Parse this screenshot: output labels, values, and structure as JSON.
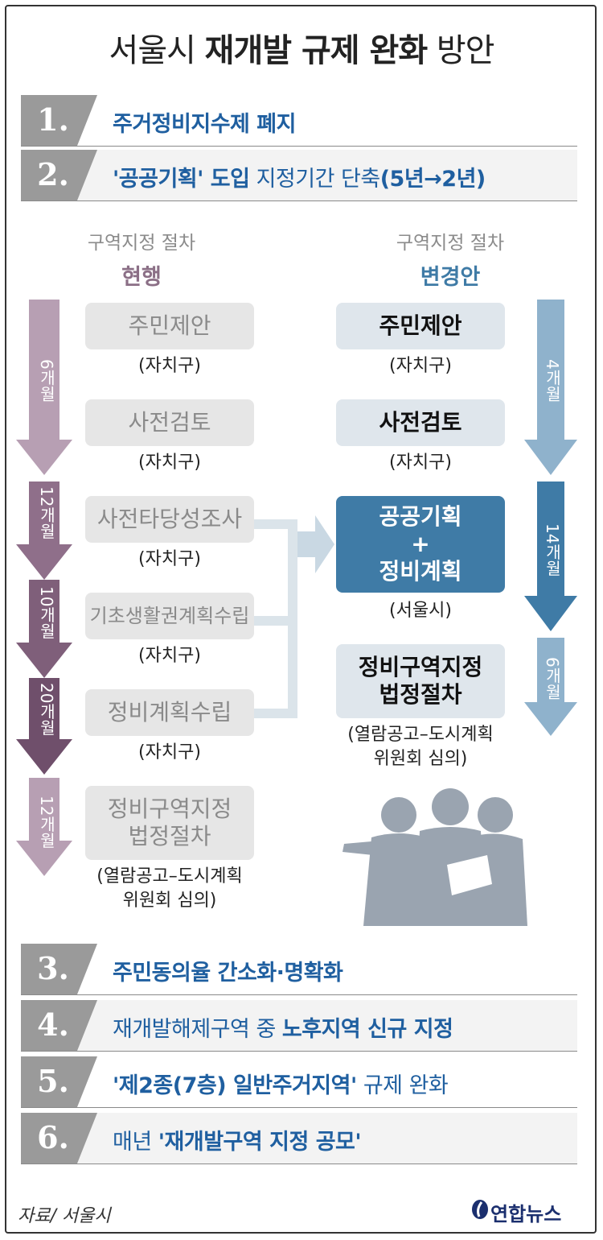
{
  "title": {
    "prefix": "서울시",
    "bold": "재개발 규제 완화",
    "suffix": "방안"
  },
  "items": [
    {
      "num": "1.",
      "parts": [
        {
          "text": "주거정비지수제 폐지",
          "style": "bb"
        }
      ]
    },
    {
      "num": "2.",
      "parts": [
        {
          "text": "'공공기획' 도입",
          "style": "bb"
        },
        {
          "text": " 지정기간 단축",
          "style": "blue"
        },
        {
          "text": "(5년→2년)",
          "style": "bb"
        }
      ]
    },
    {
      "num": "3.",
      "parts": [
        {
          "text": "주민동의율 간소화·명확화",
          "style": "bb"
        }
      ]
    },
    {
      "num": "4.",
      "parts": [
        {
          "text": "재개발해제구역 중 ",
          "style": "blue"
        },
        {
          "text": "노후지역 신규 지정",
          "style": "bb"
        }
      ]
    },
    {
      "num": "5.",
      "parts": [
        {
          "text": "'제2종(7층) 일반주거지역'",
          "style": "bb"
        },
        {
          "text": " 규제 완화",
          "style": "blue"
        }
      ]
    },
    {
      "num": "6.",
      "parts": [
        {
          "text": "매년 ",
          "style": "blue"
        },
        {
          "text": "'재개발구역 지정 공모'",
          "style": "bb"
        }
      ]
    }
  ],
  "current": {
    "subtitle": "구역지정 절차",
    "heading": "현행",
    "heading_color": "#8b6f86",
    "steps": [
      {
        "label": "주민제안",
        "caption": "(자치구)"
      },
      {
        "label": "사전검토",
        "caption": "(자치구)"
      },
      {
        "label": "사전타당성조사",
        "caption": "(자치구)"
      },
      {
        "label": "기초생활권계획수립",
        "caption": "(자치구)"
      },
      {
        "label": "정비계획수립",
        "caption": "(자치구)"
      },
      {
        "label": "정비구역지정\n법정절차",
        "caption": "(열람공고–도시계획\n위원회 심의)"
      }
    ],
    "durations": [
      "6개월",
      "12개월",
      "10개월",
      "20개월",
      "12개월"
    ]
  },
  "proposed": {
    "subtitle": "구역지정 절차",
    "heading": "변경안",
    "heading_color": "#3f7ba6",
    "steps": [
      {
        "label": "주민제안",
        "caption": "(자치구)"
      },
      {
        "label": "사전검토",
        "caption": "(자치구)"
      },
      {
        "label": "공공기획\n+\n정비계획",
        "caption": "(서울시)"
      },
      {
        "label": "정비구역지정\n법정절차",
        "caption": "(열람공고–도시계획\n위원회 심의)"
      }
    ],
    "durations": [
      "4개월",
      "14개월",
      "6개월"
    ]
  },
  "footer": {
    "source": "자료/ 서울시",
    "brand": "연합뉴스"
  },
  "colors": {
    "purple_light": "#b79fb3",
    "purple_mid": "#8f6f8a",
    "purple_dark": "#6f4f6b",
    "blue_light": "#8fb2cc",
    "blue_mid": "#5f92b8",
    "blue_dark": "#3f7ba6",
    "num_gray": "#9a9a9a"
  }
}
